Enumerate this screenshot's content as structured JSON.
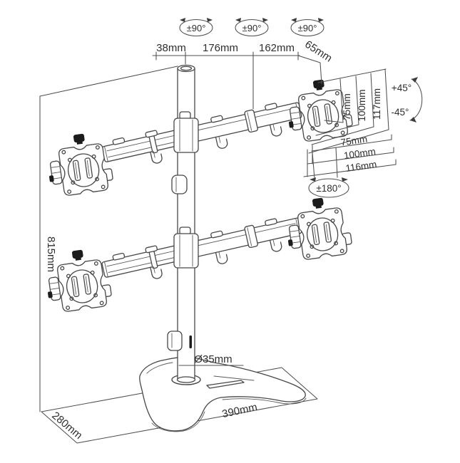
{
  "diagram_type": "monitor-stand-dimension-drawing",
  "colors": {
    "background": "#ffffff",
    "line": "#474747",
    "dimension_line": "#4f4f4f",
    "text": "#2e2e2e",
    "knob_fill": "#1c1c1c"
  },
  "annotations": {
    "rotation_arm_joint_1": "±90°",
    "rotation_arm_joint_2": "±90°",
    "rotation_arm_joint_3": "±90°",
    "pole_top_width": "38mm",
    "arm_segment_inner": "176mm",
    "arm_segment_outer": "162mm",
    "vesa_head_offset": "65mm",
    "tilt_up": "+45°",
    "tilt_down": "-45°",
    "vesa_slot_height": "75mm",
    "vesa_hole_height": "100mm",
    "vesa_plate_height": "117mm",
    "vesa_slot_width": "75mm",
    "vesa_hole_width": "100mm",
    "vesa_plate_width": "116mm",
    "head_rotation": "±180°",
    "stand_height": "815mm",
    "pole_diameter": "Ø35mm",
    "base_width": "390mm",
    "base_depth": "280mm"
  }
}
